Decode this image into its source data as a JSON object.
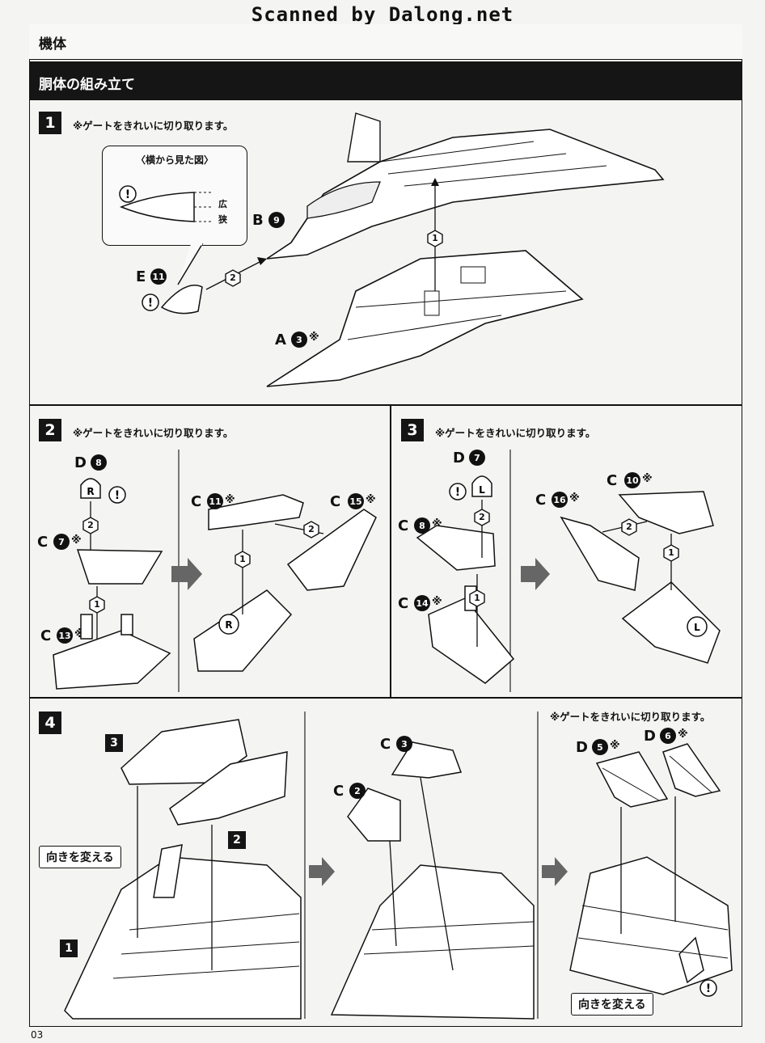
{
  "watermark": "Scanned by Dalong.net",
  "category": "機体",
  "section_title": "胴体の組み立て",
  "gate_note": "※ゲートをきれいに切り取ります。",
  "side_view": {
    "title": "〈横から見た図〉",
    "wide": "広",
    "narrow": "狭"
  },
  "steps": {
    "s1": {
      "num": "1",
      "parts": [
        {
          "letter": "B",
          "num": "9",
          "mark": ""
        },
        {
          "letter": "E",
          "num": "11",
          "mark": ""
        },
        {
          "letter": "A",
          "num": "3",
          "mark": "※"
        }
      ],
      "order": [
        "1",
        "2"
      ]
    },
    "s2": {
      "num": "2",
      "left_parts": [
        {
          "letter": "D",
          "num": "8",
          "mark": ""
        },
        {
          "letter": "C",
          "num": "7",
          "mark": "※"
        },
        {
          "letter": "C",
          "num": "13",
          "mark": "※"
        }
      ],
      "right_parts": [
        {
          "letter": "C",
          "num": "11",
          "mark": "※"
        },
        {
          "letter": "C",
          "num": "15",
          "mark": "※"
        }
      ],
      "side_mark": "R"
    },
    "s3": {
      "num": "3",
      "left_parts": [
        {
          "letter": "D",
          "num": "7",
          "mark": ""
        },
        {
          "letter": "C",
          "num": "8",
          "mark": "※"
        },
        {
          "letter": "C",
          "num": "14",
          "mark": "※"
        }
      ],
      "right_parts": [
        {
          "letter": "C",
          "num": "16",
          "mark": "※"
        },
        {
          "letter": "C",
          "num": "10",
          "mark": "※"
        }
      ],
      "side_mark": "L"
    },
    "s4": {
      "num": "4",
      "refs": [
        "3",
        "2",
        "1"
      ],
      "mid_parts": [
        {
          "letter": "C",
          "num": "3",
          "mark": ""
        },
        {
          "letter": "C",
          "num": "2",
          "mark": ""
        }
      ],
      "right_parts": [
        {
          "letter": "D",
          "num": "5",
          "mark": "※"
        },
        {
          "letter": "D",
          "num": "6",
          "mark": "※"
        }
      ],
      "turn_label": "向きを変える"
    }
  },
  "page_number": "03"
}
